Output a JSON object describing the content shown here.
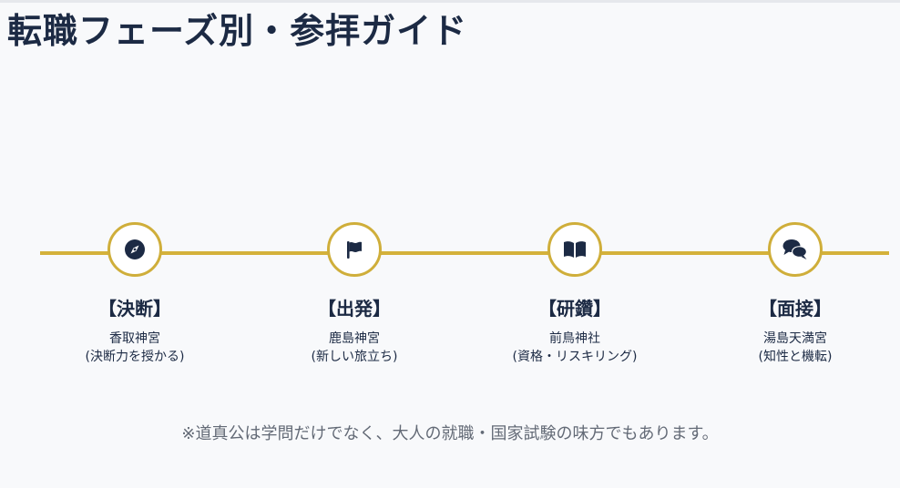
{
  "page": {
    "title": "転職フェーズ別・参拝ガイド",
    "footnote": "※道真公は学問だけでなく、大人の就職・国家試験の味方でもあります。"
  },
  "colors": {
    "accent_gold": "#d4b13a",
    "navy": "#1c2a44",
    "muted_text": "#636a76",
    "background": "#f8f9fb"
  },
  "steps": [
    {
      "icon": "compass-icon",
      "label": "【決断】",
      "shrine": "香取神宮",
      "benefit": "(決断力を授かる)"
    },
    {
      "icon": "flag-icon",
      "label": "【出発】",
      "shrine": "鹿島神宮",
      "benefit": "(新しい旅立ち)"
    },
    {
      "icon": "book-open-icon",
      "label": "【研鑽】",
      "shrine": "前鳥神社",
      "benefit": "(資格・リスキリング)"
    },
    {
      "icon": "comments-icon",
      "label": "【面接】",
      "shrine": "湯島天満宮",
      "benefit": "(知性と機転)"
    }
  ]
}
